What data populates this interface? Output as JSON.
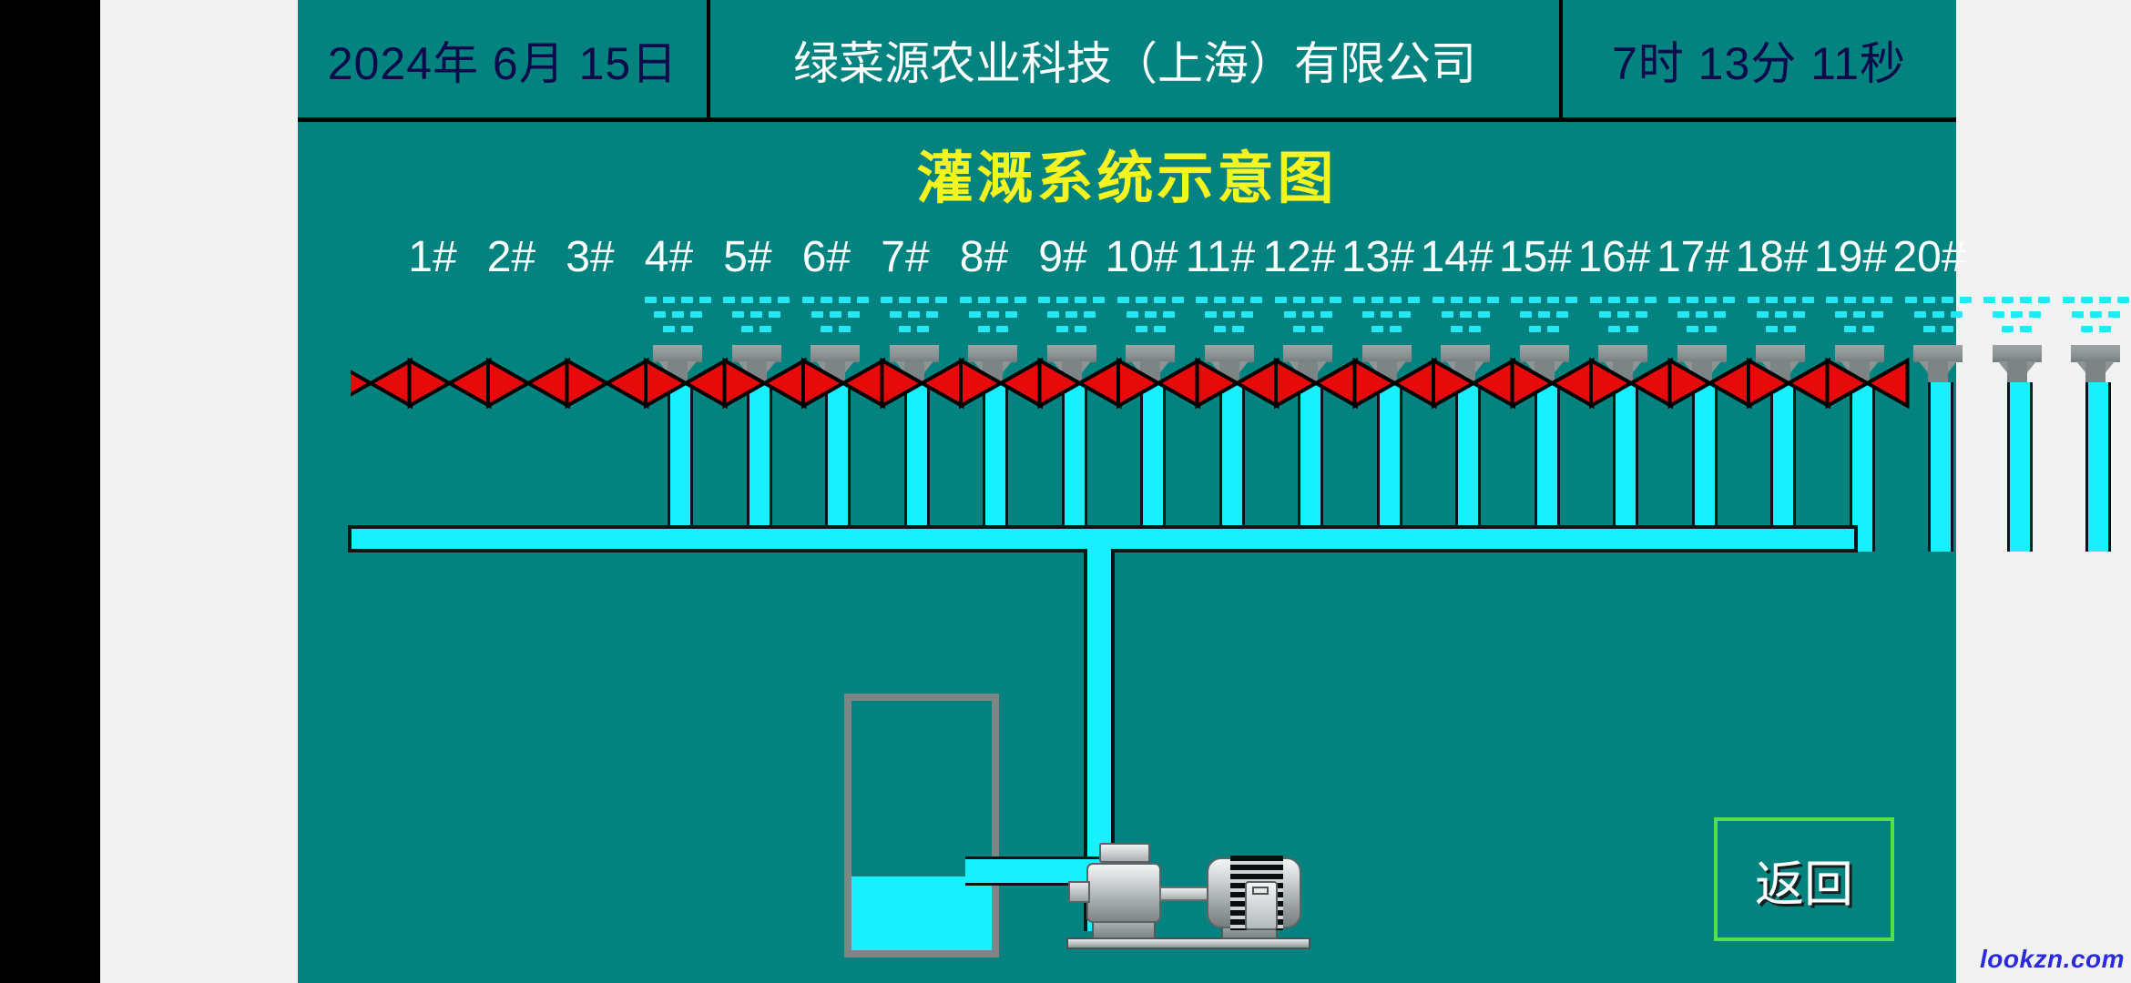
{
  "window": {
    "background_color": "#03837f",
    "side_strip_color": "#f1f2f1"
  },
  "header": {
    "date": "2024年 6月 15日",
    "company": "绿菜源农业科技（上海）有限公司",
    "time": "7时 13分 11秒",
    "date_color": "#0b0a4a",
    "company_color": "#ffffff"
  },
  "page": {
    "title": "灌溉系统示意图",
    "title_color": "#f6f520"
  },
  "diagram": {
    "branch_labels": [
      "1#",
      "2#",
      "3#",
      "4#",
      "5#",
      "6#",
      "7#",
      "8#",
      "9#",
      "10#",
      "11#",
      "12#",
      "13#",
      "14#",
      "15#",
      "16#",
      "17#",
      "18#",
      "19#",
      "20#"
    ],
    "branch_count": 20,
    "valve_color": "#e60a0a",
    "pipe_color": "#18efff",
    "sprinkler_color": "#8d9496",
    "tank_border_color": "#7e8585",
    "components": {
      "sprinkler": "sprinkler-head",
      "valve": "butterfly-valve",
      "manifold": "main-manifold-pipe",
      "riser": "branch-riser-pipe",
      "feed": "pump-discharge-pipe",
      "tank": "water-tank",
      "pump": "centrifugal-pump",
      "motor": "electric-motor"
    }
  },
  "controls": {
    "return_label": "返回",
    "return_border_color": "#55e04a"
  },
  "watermark": {
    "text": "lookzn.com",
    "color": "#2a2ae0"
  }
}
